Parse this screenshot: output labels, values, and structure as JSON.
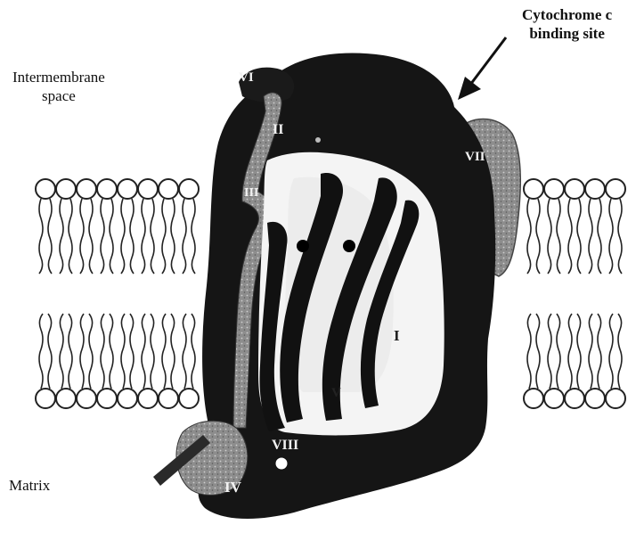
{
  "labels": {
    "cytochrome_line1": "Cytochrome c",
    "cytochrome_line2": "binding site",
    "intermembrane_line1": "Intermembrane",
    "intermembrane_line2": "space",
    "matrix": "Matrix"
  },
  "subunits": {
    "s1": "I",
    "s2": "II",
    "s3": "III",
    "s4": "IV",
    "s6": "VI",
    "s7": "VII",
    "s8": "VIII",
    "s5": "V"
  },
  "colors": {
    "protein_dark": "#111111",
    "protein_grey": "#555555",
    "protein_light": "#9a9a9a",
    "membrane_line": "#222222",
    "background": "#ffffff"
  }
}
